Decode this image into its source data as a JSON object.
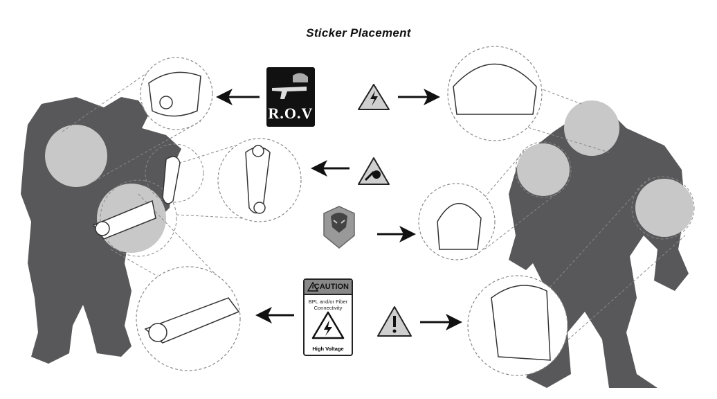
{
  "title": "Sticker Placement",
  "stickers": {
    "rov_logo": "R.O.V",
    "caution_card": {
      "header": "CAUTION",
      "subtitle_line1": "BPL and/or Fiber",
      "subtitle_line2": "Connectivity",
      "footer": "High Voltage"
    }
  },
  "colors": {
    "silhouette": "#58585a",
    "highlight": "#c8c8c8",
    "sticker_gray": "#cfcfcf"
  }
}
